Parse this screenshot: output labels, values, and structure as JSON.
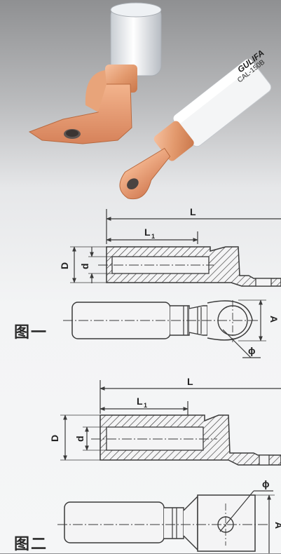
{
  "photo": {
    "brand_text": "GULIFA",
    "model_text": "CAL-150B"
  },
  "figure_1": {
    "label": "图一",
    "dim_L": "L",
    "dim_L1": "L",
    "dim_L1_sub": "1",
    "dim_D": "D",
    "dim_d": "d",
    "dim_A": "A",
    "dim_phi": "ϕ"
  },
  "figure_2": {
    "label": "图二",
    "dim_L": "L",
    "dim_L1": "L",
    "dim_L1_sub": "1",
    "dim_D": "D",
    "dim_d": "d",
    "dim_A": "A",
    "dim_phi": "ϕ"
  },
  "colors": {
    "copper": "#e39a6e",
    "aluminum": "#dfe3e8",
    "line": "#3a3a3a"
  }
}
